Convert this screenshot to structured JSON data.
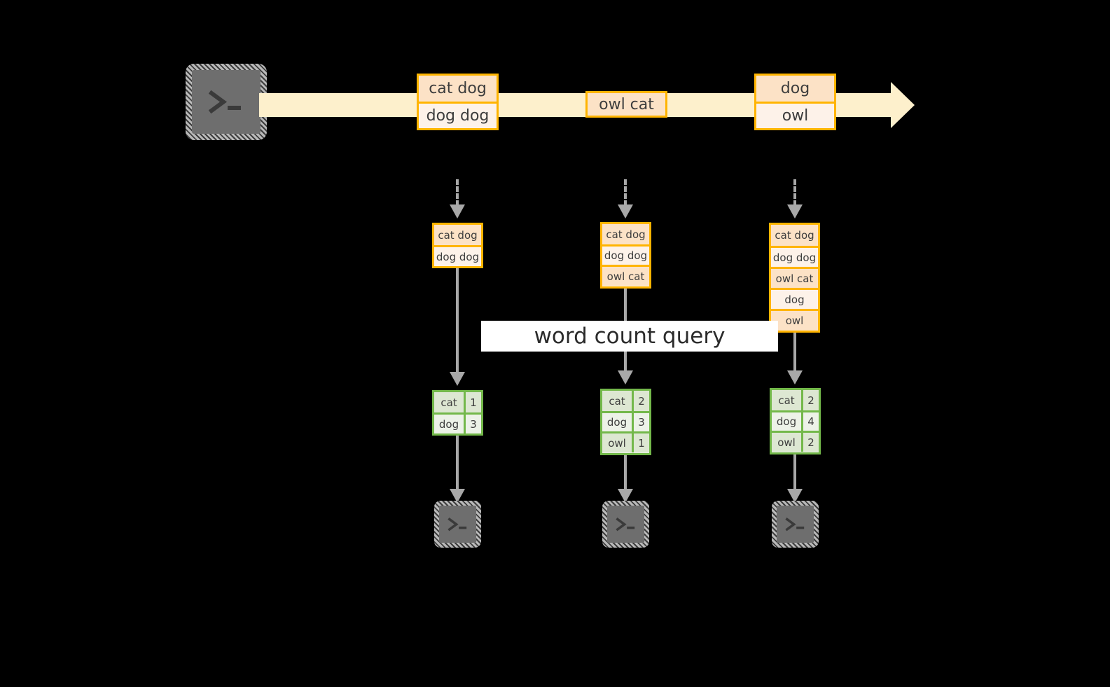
{
  "diagram": {
    "title_label": "word count query",
    "colors": {
      "background": "#000000",
      "stream_band": "#fdf0cc",
      "orange_border": "#ffb400",
      "orange_fill_dark": "#fce2c6",
      "orange_fill_light": "#fdf2e9",
      "green_border": "#73b84a",
      "green_fill_dark": "#dde7d2",
      "green_fill_light": "#edf2e8",
      "connector": "#a8a8a8",
      "terminal_body": "#6e6e6e",
      "label_bg": "#ffffff"
    },
    "stream": {
      "source_icon": "terminal-icon",
      "events": [
        {
          "id": "e1",
          "rows": [
            "cat dog",
            "dog dog"
          ]
        },
        {
          "id": "e2",
          "rows": [
            "owl cat"
          ]
        },
        {
          "id": "e3",
          "rows": [
            "dog",
            "owl"
          ]
        }
      ]
    },
    "snapshots": [
      {
        "id": "snapshot-1",
        "input_rows": [
          "cat dog",
          "dog dog"
        ],
        "result": {
          "rows": [
            {
              "word": "cat",
              "count": "1"
            },
            {
              "word": "dog",
              "count": "3"
            }
          ]
        },
        "sink_icon": "terminal-icon"
      },
      {
        "id": "snapshot-2",
        "input_rows": [
          "cat dog",
          "dog dog",
          "owl cat"
        ],
        "result": {
          "rows": [
            {
              "word": "cat",
              "count": "2"
            },
            {
              "word": "dog",
              "count": "3"
            },
            {
              "word": "owl",
              "count": "1"
            }
          ]
        },
        "sink_icon": "terminal-icon"
      },
      {
        "id": "snapshot-3",
        "input_rows": [
          "cat dog",
          "dog dog",
          "owl cat",
          "dog",
          "owl"
        ],
        "result": {
          "rows": [
            {
              "word": "cat",
              "count": "2"
            },
            {
              "word": "dog",
              "count": "4"
            },
            {
              "word": "owl",
              "count": "2"
            }
          ]
        },
        "sink_icon": "terminal-icon"
      }
    ]
  }
}
